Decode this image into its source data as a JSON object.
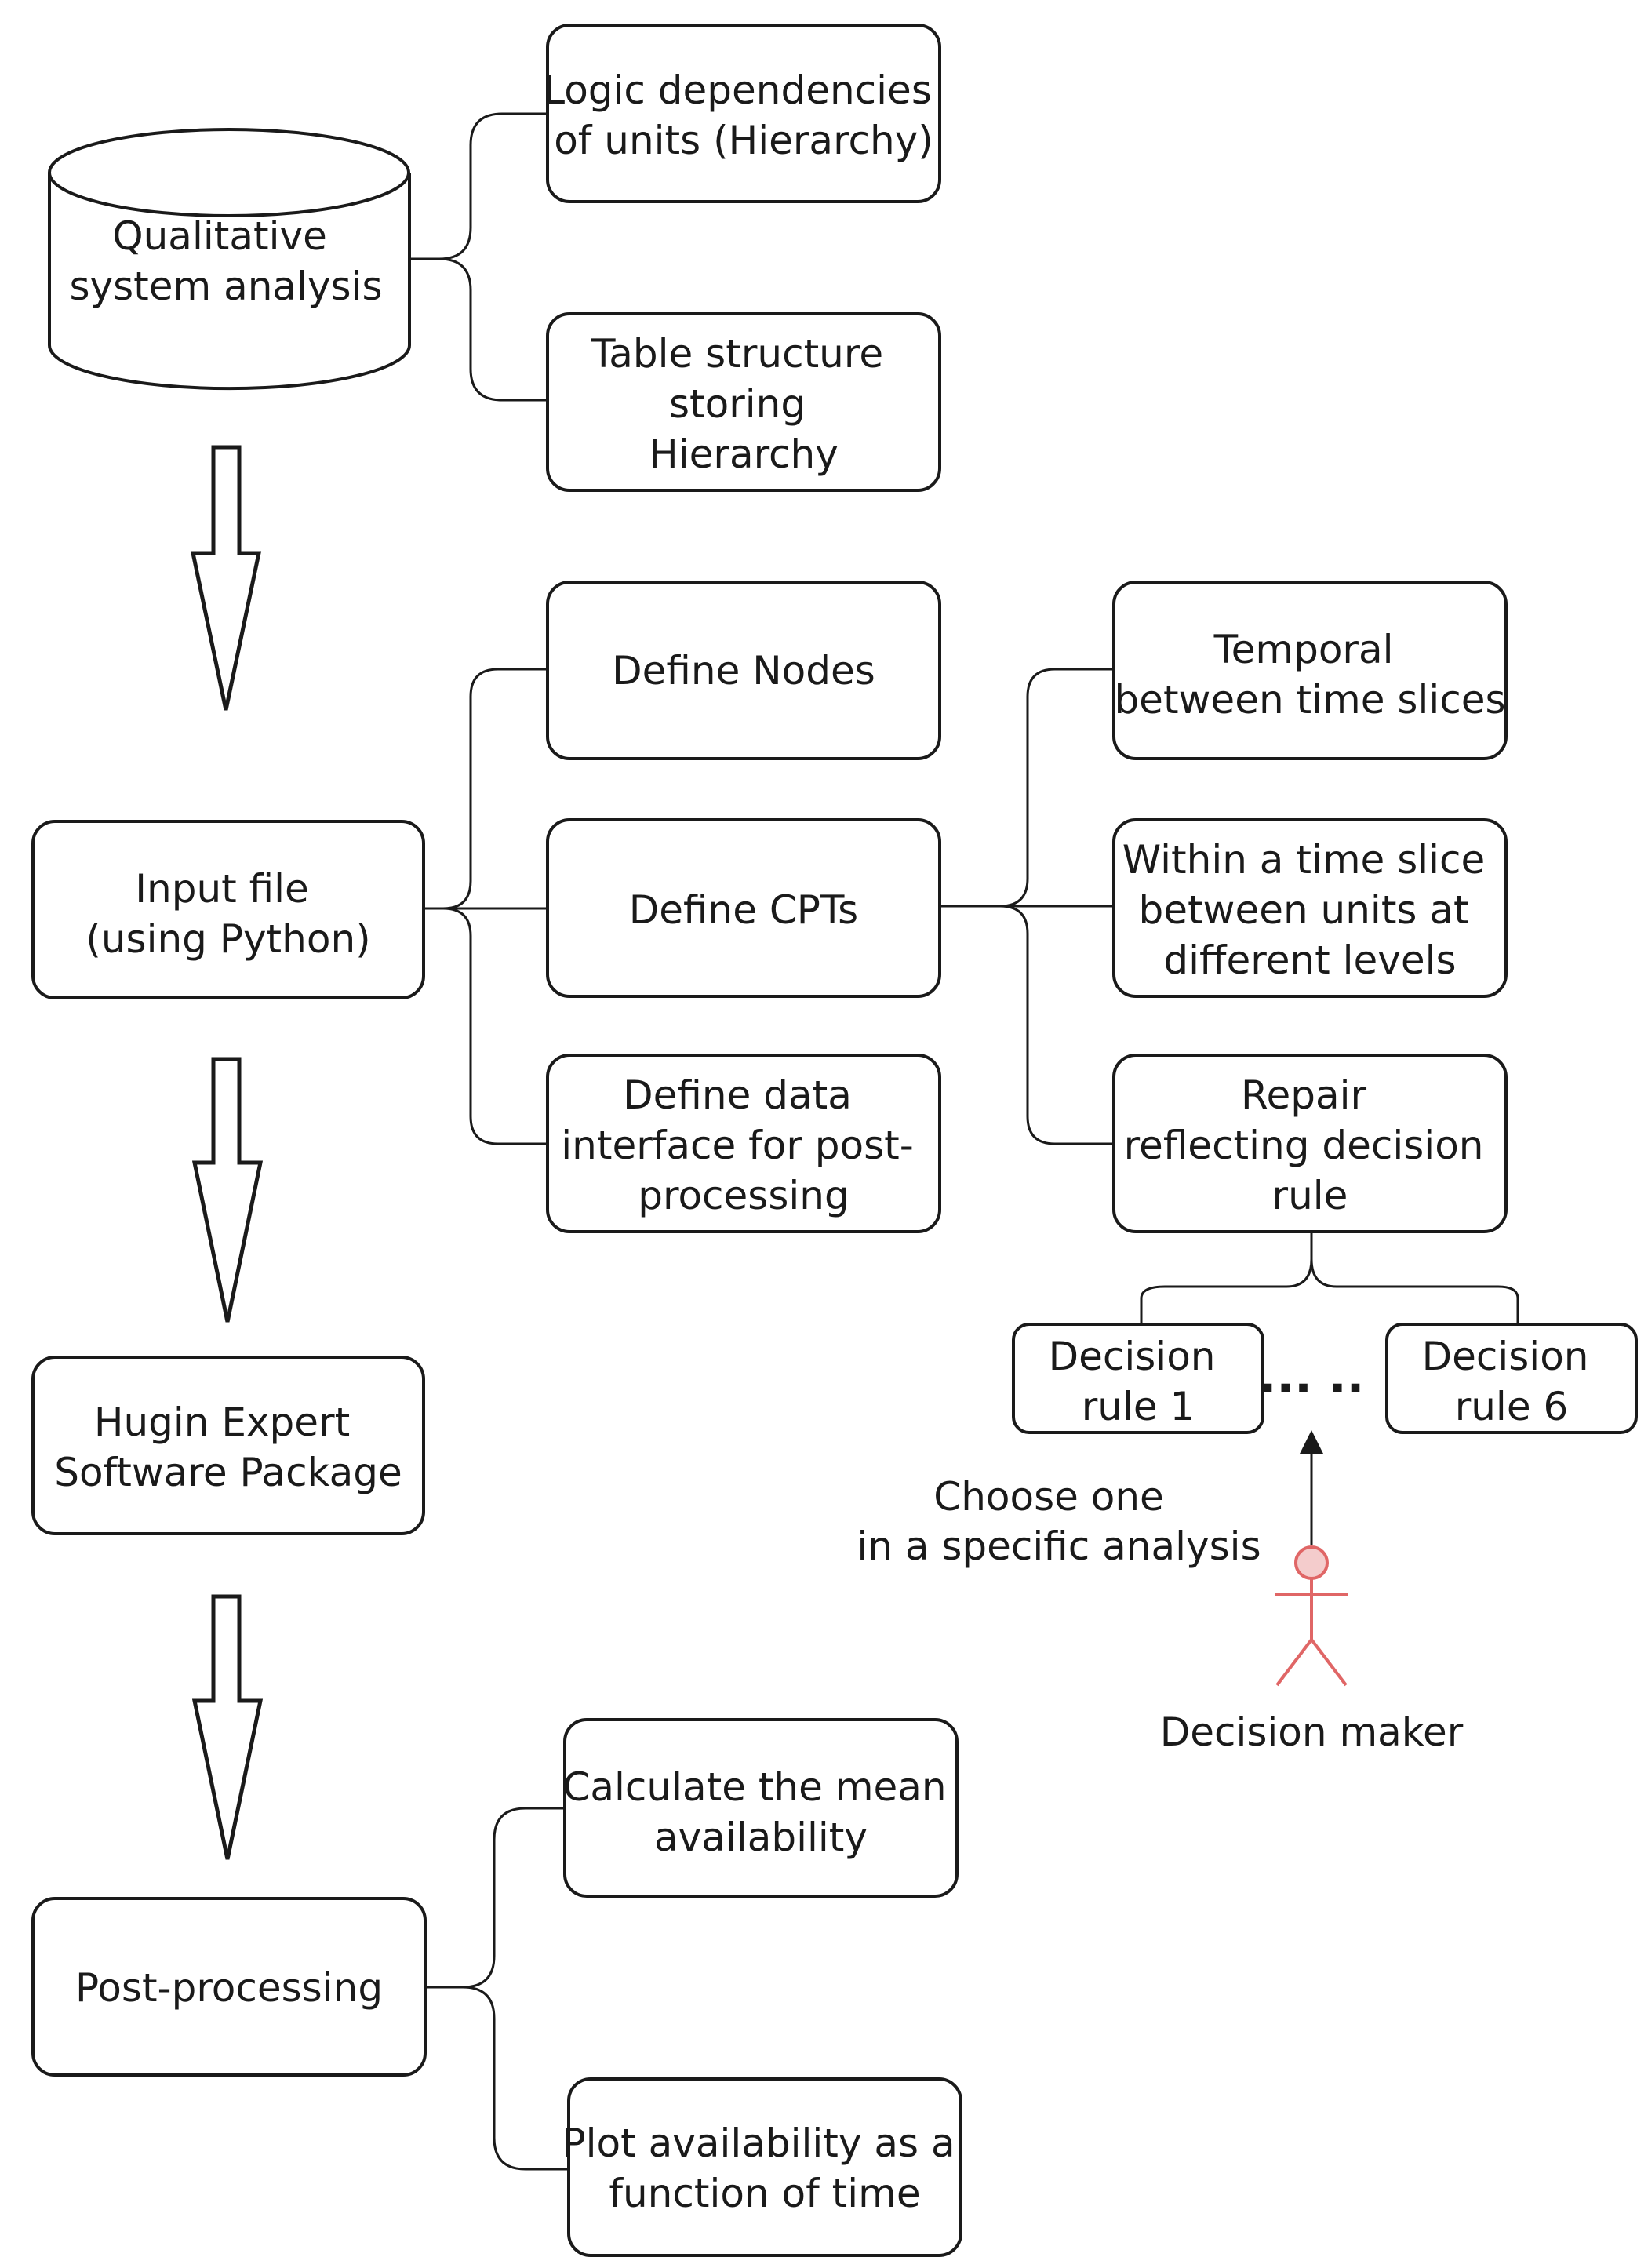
{
  "nodes": {
    "qualitative": {
      "lines": [
        "Qualitative",
        "system analysis"
      ]
    },
    "logic_deps": {
      "lines": [
        "Logic dependencies",
        "of units (Hierarchy)"
      ]
    },
    "table_struct": {
      "lines": [
        "Table structure",
        "storing",
        "Hierarchy"
      ]
    },
    "input_file": {
      "lines": [
        "Input file",
        "(using Python)"
      ]
    },
    "define_nodes": {
      "lines": [
        "Define Nodes"
      ]
    },
    "define_cpts": {
      "lines": [
        "Define CPTs"
      ]
    },
    "define_data": {
      "lines": [
        "Define data",
        "interface for post-",
        "processing"
      ]
    },
    "temporal": {
      "lines": [
        "Temporal",
        "between time slices"
      ]
    },
    "within": {
      "lines": [
        "Within a time slice",
        "between units at",
        "different levels"
      ]
    },
    "repair": {
      "lines": [
        "Repair",
        "reflecting decision",
        "rule"
      ]
    },
    "rule1": {
      "lines": [
        "Decision",
        "rule 1"
      ]
    },
    "rule6": {
      "lines": [
        "Decision",
        "rule 6"
      ]
    },
    "hugin": {
      "lines": [
        "Hugin Expert",
        "Software Package"
      ]
    },
    "post": {
      "lines": [
        "Post-processing"
      ]
    },
    "mean": {
      "lines": [
        "Calculate the mean",
        "availability"
      ]
    },
    "plot": {
      "lines": [
        "Plot availability as a",
        "function of time"
      ]
    }
  },
  "ellipsis": "··· ··",
  "choose_label": [
    "Choose one",
    "in a specific analysis"
  ],
  "actor_label": "Decision maker",
  "colors": {
    "stroke": "#1a1a1a",
    "actor_stroke": "#e06666",
    "actor_fill": "#f4cccc"
  }
}
